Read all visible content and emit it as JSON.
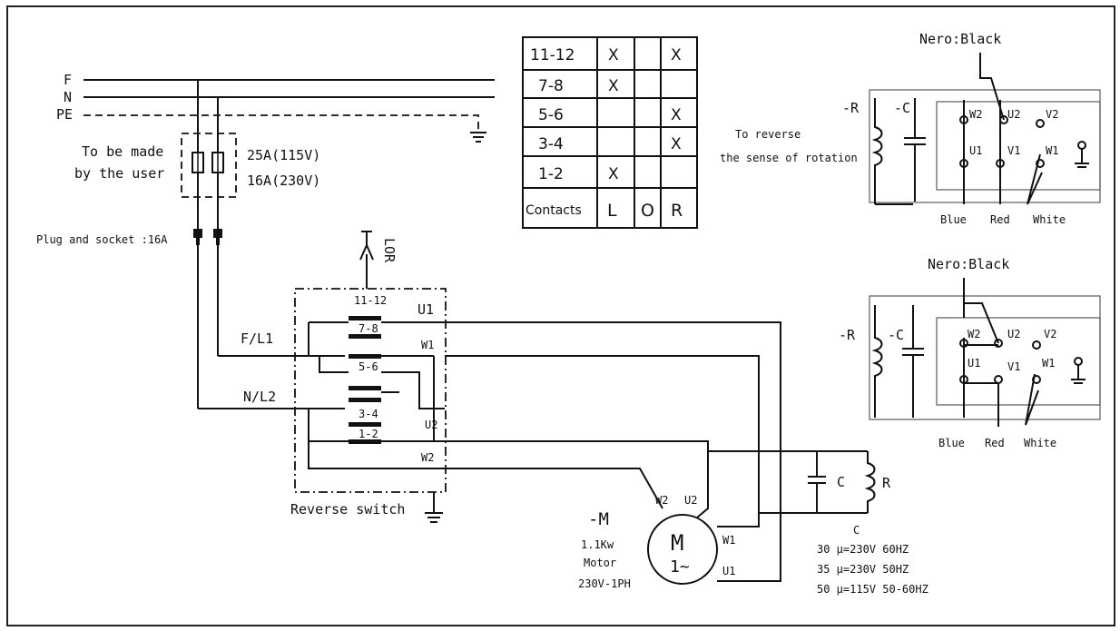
{
  "supply": {
    "line_f": "F",
    "line_n": "N",
    "line_pe": "PE",
    "note_line1": "To be made",
    "note_line2": "by the user",
    "fuse_115": "25A(115V)",
    "fuse_230": "16A(230V)",
    "plug": "Plug and socket  :16A"
  },
  "contact_table": {
    "rows": [
      {
        "label": "11-12",
        "L": "X",
        "O": "",
        "R": "X"
      },
      {
        "label": "7-8",
        "L": "X",
        "O": "",
        "R": ""
      },
      {
        "label": "5-6",
        "L": "",
        "O": "",
        "R": "X"
      },
      {
        "label": "3-4",
        "L": "",
        "O": "",
        "R": "X"
      },
      {
        "label": "1-2",
        "L": "X",
        "O": "",
        "R": ""
      }
    ],
    "footer": {
      "label": "Contacts",
      "L": "L",
      "O": "O",
      "R": "R"
    }
  },
  "switch": {
    "lor": "LOR",
    "contacts": [
      "11-12",
      "7-8",
      "5-6",
      "3-4",
      "1-2"
    ],
    "f_l1": "F/L1",
    "n_l2": "N/L2",
    "term_u1": "U1",
    "term_w1": "W1",
    "term_u2": "U2",
    "term_w2": "W2",
    "caption": "Reverse switch"
  },
  "motor": {
    "designation": "-M",
    "power": "1.1Kw",
    "label": "Motor",
    "supply": "230V-1PH",
    "symbol": "M",
    "phase": "1~",
    "t_w2": "W2",
    "t_u2": "U2",
    "t_w1": "W1",
    "t_u1": "U1"
  },
  "capacitor": {
    "c_label": "C",
    "r_label": "R",
    "heading": "C",
    "spec1": "30 µ=230V  60HZ",
    "spec2": "35 µ=230V  50HZ",
    "spec3": "50 µ=115V  50-60HZ"
  },
  "reverse_note": {
    "line1": "To reverse",
    "line2": "the sense of rotation"
  },
  "terminal_box_top": {
    "title": "Nero:Black",
    "r": "-R",
    "c": "-C",
    "w2": "W2",
    "u2": "U2",
    "v2": "V2",
    "u1": "U1",
    "v1": "V1",
    "w1": "W1",
    "blue": "Blue",
    "red": "Red",
    "white": "White"
  },
  "terminal_box_bottom": {
    "title": "Nero:Black",
    "r": "-R",
    "c": "-C",
    "w2": "W2",
    "u2": "U2",
    "v2": "V2",
    "u1": "U1",
    "v1": "V1",
    "w1": "W1",
    "blue": "Blue",
    "red": "Red",
    "white": "White"
  }
}
